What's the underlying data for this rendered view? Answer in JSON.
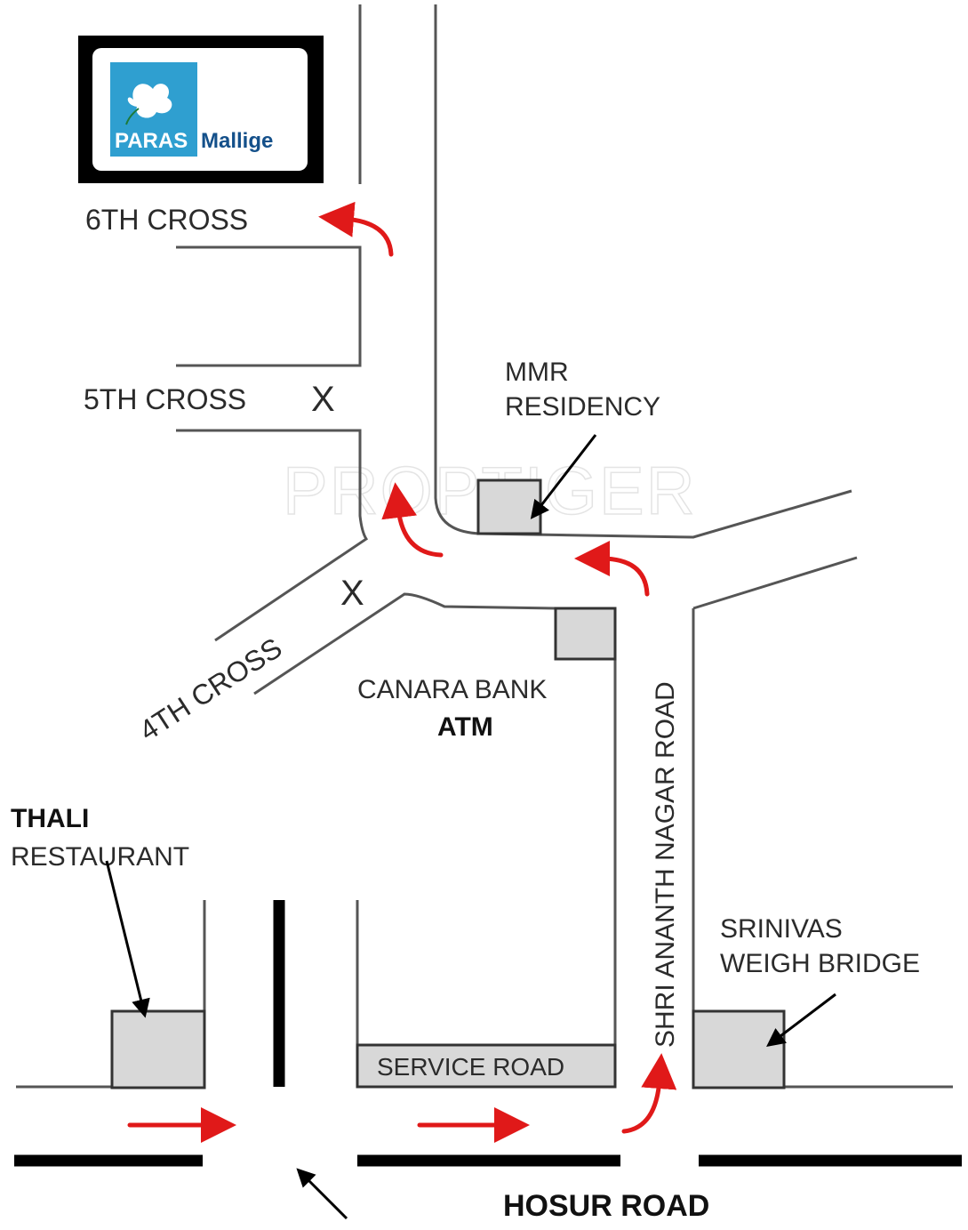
{
  "logo": {
    "brand": "PARAS",
    "product": "Mallige",
    "colors": {
      "panel": "#2f9fd0",
      "text": "#14508a",
      "frame": "#000000"
    }
  },
  "watermark": "PROPTIGER",
  "labels": {
    "sixth_cross": "6TH CROSS",
    "fifth_cross": "5TH CROSS",
    "fourth_cross": "4TH CROSS",
    "mmr_line1": "MMR",
    "mmr_line2": "RESIDENCY",
    "canara_line1": "CANARA BANK",
    "canara_line2": "ATM",
    "thali_line1": "THALI",
    "thali_line2": "RESTAURANT",
    "srinivas_line1": "SRINIVAS",
    "srinivas_line2": "WEIGH BRIDGE",
    "service_road": "SERVICE ROAD",
    "shri_ananth": "SHRI ANANTH NAGAR ROAD",
    "hosur_road": "HOSUR ROAD"
  },
  "markers": {
    "blocked_5th": "X",
    "blocked_4th": "X"
  },
  "colors": {
    "route_arrow": "#e01919",
    "building": "#d8d8d8",
    "road_line": "#555555"
  },
  "icons": [
    "route-arrow-icon",
    "pointer-arrow-icon",
    "jasmine-flower-icon"
  ]
}
